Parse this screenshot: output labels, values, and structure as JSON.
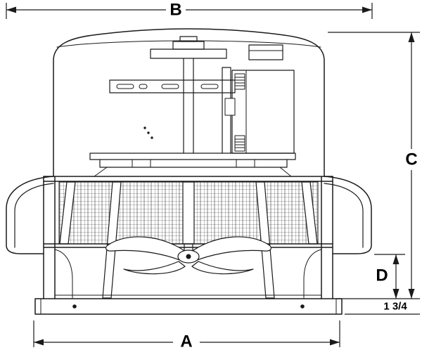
{
  "dims": {
    "a": "A",
    "b": "B",
    "c": "C",
    "d": "D",
    "base_thickness": "1 3/4"
  },
  "colors": {
    "line": "#1a1a1a",
    "background": "#ffffff"
  }
}
